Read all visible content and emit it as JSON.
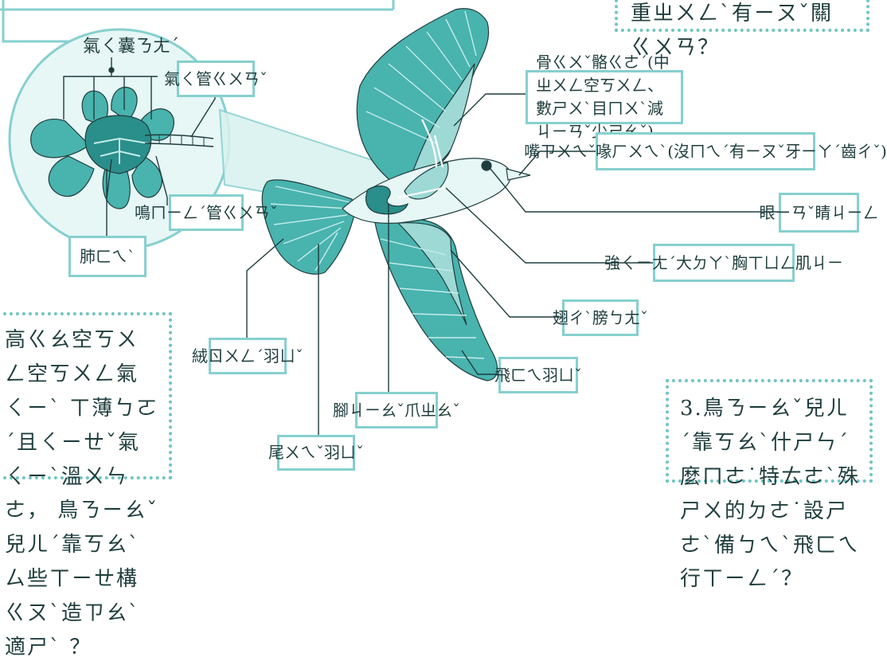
{
  "colors": {
    "teal_dark": "#2a8e8a",
    "teal": "#49b3ae",
    "teal_light": "#c4ecea",
    "line": "#1f3d3d",
    "label_border": "#86d0cf",
    "dot_border": "#6fc4c1"
  },
  "inset": {
    "title": "氣ㄑ囊ㄋㄤˊ",
    "labels": {
      "trachea": "氣ㄑ管ㄍㄨㄢˇ",
      "syrinx": "鳴ㄇㄧㄥˊ管ㄍㄨㄢˇ",
      "lung": "肺ㄈㄟˋ"
    }
  },
  "labels": {
    "bones": "骨ㄍㄨˇ骼ㄍㄜˊ(中ㄓㄨㄥ空ㄎㄨㄥ、數ㄕㄨˋ目ㄇㄨˋ減ㄐㄧㄢˇ少ㄕㄠˇ)",
    "beak": "嘴ㄗㄨㄟˇ喙ㄏㄨㄟˋ(沒ㄇㄟˊ有ㄧㄡˇ牙ㄧㄚˊ齒ㄔˇ)",
    "eye": "眼ㄧㄢˇ睛ㄐㄧㄥ",
    "muscle": "強ㄑㄧㄤˊ大ㄉㄚˋ胸ㄒㄩㄥ肌ㄐㄧ",
    "wing": "翅ㄔˋ膀ㄅㄤˇ",
    "flight_feather": "飛ㄈㄟ羽ㄩˇ",
    "feet": "腳ㄐㄧㄠˇ爪ㄓㄠˇ",
    "tail_feather": "尾ㄨㄟˇ羽ㄩˇ",
    "down_feather": "絨ㄖㄨㄥˊ羽ㄩˇ"
  },
  "textboxes": {
    "top_right": "重ㄓㄨㄥˋ有ㄧㄡˇ關ㄍㄨㄢ？",
    "bottom_left": "高ㄍㄠ空ㄎㄨㄥ空ㄎㄨㄥ氣ㄑㄧˋ ㄒ薄ㄅㄛˊ且ㄑㄧㄝˇ氣ㄑㄧˋ溫ㄨㄣ ㄜ， 鳥ㄋㄧㄠˇ兒ㄦˊ靠ㄎㄠˋ ㄙ些ㄒㄧㄝ構ㄍㄡˋ造ㄗㄠˋ適ㄕˋ ？",
    "bottom_right": "3.鳥ㄋㄧㄠˇ兒ㄦˊ靠ㄎㄠˋ什ㄕㄣˊ麼ㄇㄜ˙特ㄊㄜˋ殊ㄕㄨ的ㄉㄜ˙設ㄕㄜˋ備ㄅㄟˋ飛ㄈㄟ行ㄒㄧㄥˊ？"
  }
}
